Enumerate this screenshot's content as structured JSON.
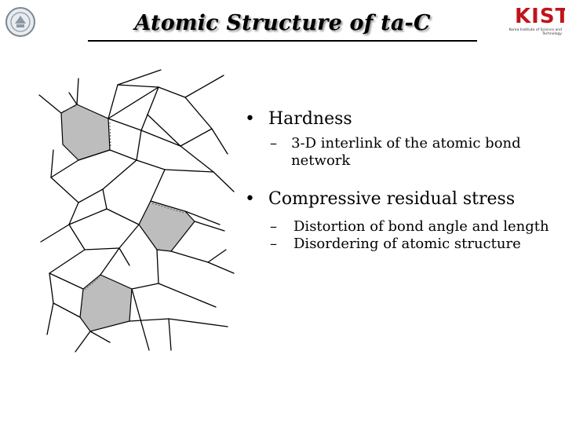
{
  "slide": {
    "title": "Atomic Structure of ta-C",
    "logo": {
      "mark": "KIST",
      "subtitle": "Korea Institute of Science and Technology"
    },
    "bullets": [
      {
        "label": "Hardness",
        "subs": [
          "3-D interlink of the atomic bond network"
        ]
      },
      {
        "label": "Compressive residual stress",
        "subs": [
          "Distortion of bond angle and length",
          "Disordering of atomic structure"
        ]
      }
    ],
    "figure": {
      "icon": "carbon-network-diagram",
      "ring_fill": "#bdbdbd",
      "bond_color": "#000000"
    }
  }
}
